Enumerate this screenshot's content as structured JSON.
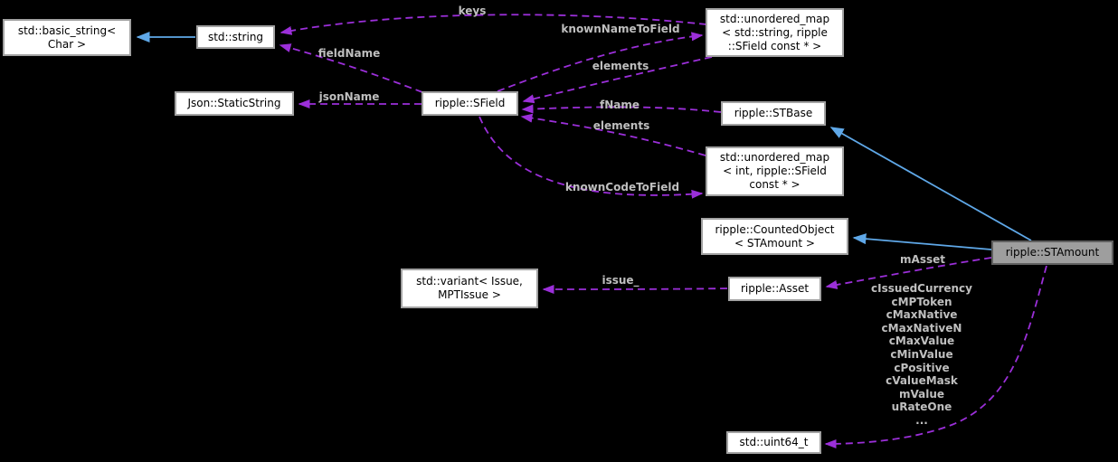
{
  "colors": {
    "background": "#000000",
    "node_fill": "#ffffff",
    "node_border": "#a2a2a2",
    "node_text": "#000000",
    "highlight_node_fill": "#9e9e9e",
    "highlight_node_border": "#5f5f5f",
    "usage_edge": "#9b2fd9",
    "inheritance_edge": "#5fa8e8",
    "edge_label_text": "#bfbfbf"
  },
  "nodes": {
    "basic_string": {
      "label": "std::basic_string<\nChar >"
    },
    "std_string": {
      "label": "std::string"
    },
    "static_string": {
      "label": "Json::StaticString"
    },
    "sfield": {
      "label": "ripple::SField"
    },
    "map_string": {
      "label": "std::unordered_map\n< std::string, ripple\n::SField const * >"
    },
    "stbase": {
      "label": "ripple::STBase"
    },
    "map_int": {
      "label": "std::unordered_map\n< int, ripple::SField\nconst * >"
    },
    "counted_object": {
      "label": "ripple::CountedObject\n< STAmount >"
    },
    "stamount": {
      "label": "ripple::STAmount"
    },
    "variant": {
      "label": "std::variant< Issue,\nMPTIssue >"
    },
    "asset": {
      "label": "ripple::Asset"
    },
    "uint64": {
      "label": "std::uint64_t"
    }
  },
  "edge_labels": {
    "keys": "keys",
    "known_name_to_field": "knownNameToField",
    "elements_top": "elements",
    "field_name": "fieldName",
    "json_name": "jsonName",
    "f_name": "fName",
    "elements_bottom": "elements",
    "known_code_to_field": "knownCodeToField",
    "m_asset": "mAsset",
    "issue": "issue_",
    "uint64_members": "cIssuedCurrency\ncMPToken\ncMaxNative\ncMaxNativeN\ncMaxValue\ncMinValue\ncPositive\ncValueMask\nmValue\nuRateOne\n..."
  }
}
